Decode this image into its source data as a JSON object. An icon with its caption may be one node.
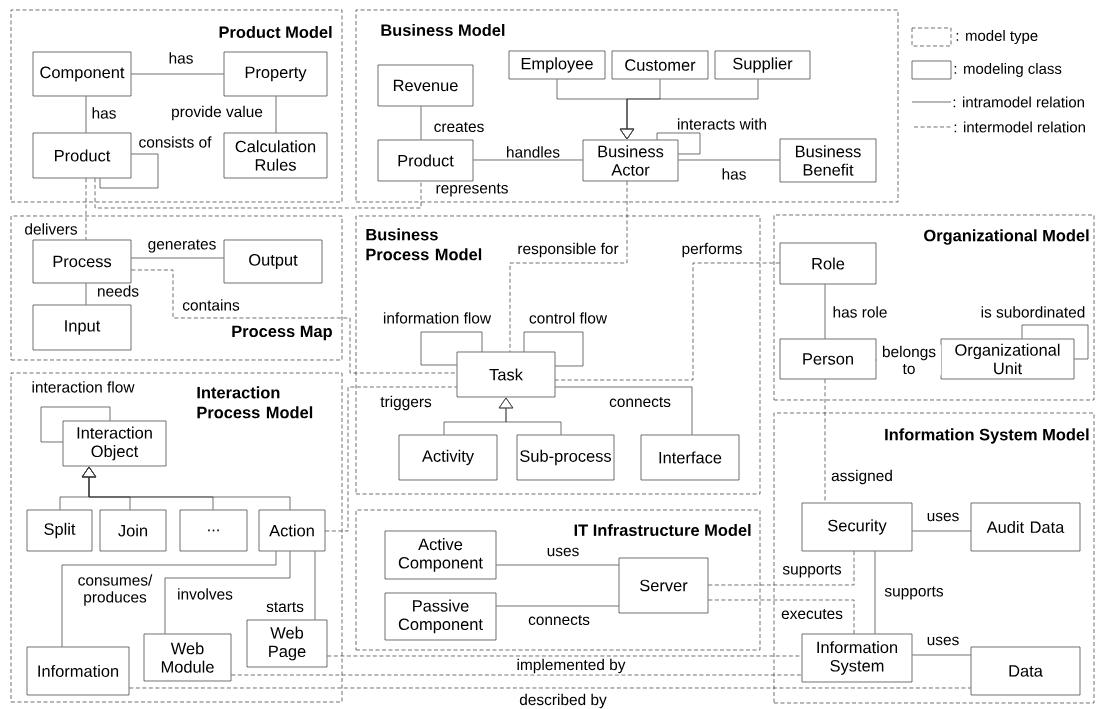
{
  "diagram": {
    "nodes": [
      {
        "text": [
          "Product Model"
        ]
      },
      {
        "text": [
          "Component"
        ],
        "in": 0
      },
      {
        "text": [
          "Property"
        ],
        "in": 0
      },
      {
        "text": [
          "Product"
        ],
        "in": 0
      },
      {
        "text": [
          "Calculation Rules"
        ],
        "in": 0
      },
      {
        "text": [
          "Business Model"
        ]
      },
      {
        "text": [
          "Revenue"
        ],
        "in": 5
      },
      {
        "text": [
          "Employee"
        ],
        "in": 5
      },
      {
        "text": [
          "Customer"
        ],
        "in": 5
      },
      {
        "text": [
          "Supplier"
        ],
        "in": 5
      },
      {
        "text": [
          "Product"
        ],
        "in": 5
      },
      {
        "text": [
          "Business Actor"
        ],
        "in": 5
      },
      {
        "text": [
          "Business Benefit"
        ],
        "in": 5
      },
      {
        "text": [
          "Process Map"
        ]
      },
      {
        "text": [
          "Process"
        ],
        "in": 13
      },
      {
        "text": [
          "Output"
        ],
        "in": 13
      },
      {
        "text": [
          "Input"
        ],
        "in": 13
      },
      {
        "text": [
          "Business Process Model"
        ]
      },
      {
        "text": [
          "Task"
        ],
        "in": 17
      },
      {
        "text": [
          "Activity"
        ],
        "in": 17
      },
      {
        "text": [
          "Sub-process"
        ],
        "in": 17
      },
      {
        "text": [
          "Interface"
        ],
        "in": 17
      },
      {
        "text": [
          "Organizational Model"
        ]
      },
      {
        "text": [
          "Role"
        ],
        "in": 22
      },
      {
        "text": [
          "Person"
        ],
        "in": 22
      },
      {
        "text": [
          "Organizational Unit"
        ],
        "in": 22
      },
      {
        "text": [
          "Interaction Process Model"
        ]
      },
      {
        "text": [
          "Interaction Object"
        ],
        "in": 26
      },
      {
        "text": [
          "Split"
        ],
        "in": 26
      },
      {
        "text": [
          "Join"
        ],
        "in": 26
      },
      {
        "text": [
          "..."
        ],
        "in": 26
      },
      {
        "text": [
          "Action"
        ],
        "in": 26
      },
      {
        "text": [
          "Information"
        ],
        "in": 26
      },
      {
        "text": [
          "Web Module"
        ],
        "in": 26
      },
      {
        "text": [
          "Web Page"
        ],
        "in": 26
      },
      {
        "text": [
          "IT Infrastructure Model"
        ]
      },
      {
        "text": [
          "Active Component"
        ],
        "in": 35
      },
      {
        "text": [
          "Passive Component"
        ],
        "in": 35
      },
      {
        "text": [
          "Server"
        ],
        "in": 35
      },
      {
        "text": [
          "Information System Model"
        ]
      },
      {
        "text": [
          "Security"
        ],
        "in": 39
      },
      {
        "text": [
          "Audit Data"
        ],
        "in": 39
      },
      {
        "text": [
          "Information System"
        ],
        "in": 39
      },
      {
        "text": [
          "Data"
        ],
        "in": 39
      }
    ],
    "edges": [
      {
        "from": 1,
        "to": 2,
        "arrow": "none",
        "label": "has"
      },
      {
        "from": 1,
        "to": 3,
        "arrow": "none",
        "label": "has"
      },
      {
        "from": 2,
        "to": 4,
        "arrow": "none",
        "label": "provide value"
      },
      {
        "from": 3,
        "to": 3,
        "arrow": "none",
        "label": "consists of"
      },
      {
        "from": 6,
        "to": 10,
        "arrow": "none",
        "label": "creates"
      },
      {
        "from": 10,
        "to": 11,
        "arrow": "none",
        "label": "handles"
      },
      {
        "from": 7,
        "to": 11,
        "arrow": "to"
      },
      {
        "from": 8,
        "to": 11,
        "arrow": "to"
      },
      {
        "from": 9,
        "to": 11,
        "arrow": "to"
      },
      {
        "from": 11,
        "to": 11,
        "arrow": "none",
        "label": "interacts with"
      },
      {
        "from": 11,
        "to": 12,
        "arrow": "none",
        "label": "has"
      },
      {
        "from": 14,
        "to": 15,
        "arrow": "none",
        "label": "generates"
      },
      {
        "from": 14,
        "to": 16,
        "arrow": "none",
        "label": "needs"
      },
      {
        "from": 18,
        "to": 18,
        "arrow": "none",
        "label": "information flow"
      },
      {
        "from": 18,
        "to": 18,
        "arrow": "none",
        "label": "control flow"
      },
      {
        "from": 19,
        "to": 18,
        "arrow": "to"
      },
      {
        "from": 20,
        "to": 18,
        "arrow": "to"
      },
      {
        "from": 18,
        "to": 21,
        "arrow": "none",
        "label": "connects"
      },
      {
        "from": 23,
        "to": 24,
        "arrow": "none",
        "label": "has role"
      },
      {
        "from": 24,
        "to": 25,
        "arrow": "none",
        "label": "belongs to"
      },
      {
        "from": 25,
        "to": 25,
        "arrow": "none",
        "label": "is subordinated"
      },
      {
        "from": 27,
        "to": 27,
        "arrow": "none",
        "label": "interaction flow"
      },
      {
        "from": 28,
        "to": 27,
        "arrow": "to"
      },
      {
        "from": 29,
        "to": 27,
        "arrow": "to"
      },
      {
        "from": 30,
        "to": 27,
        "arrow": "to"
      },
      {
        "from": 31,
        "to": 27,
        "arrow": "to"
      },
      {
        "from": 31,
        "to": 32,
        "arrow": "none",
        "label": "consumes/ produces"
      },
      {
        "from": 31,
        "to": 33,
        "arrow": "none",
        "label": "involves"
      },
      {
        "from": 31,
        "to": 34,
        "arrow": "none",
        "label": "starts"
      },
      {
        "from": 36,
        "to": 38,
        "arrow": "none",
        "label": "uses"
      },
      {
        "from": 37,
        "to": 38,
        "arrow": "none",
        "label": "connects"
      },
      {
        "from": 40,
        "to": 41,
        "arrow": "none",
        "label": "uses"
      },
      {
        "from": 40,
        "to": 42,
        "arrow": "none",
        "label": "supports"
      },
      {
        "from": 42,
        "to": 43,
        "arrow": "none",
        "label": "uses"
      },
      {
        "from": 3,
        "to": 14,
        "arrow": "none",
        "label": "delivers",
        "style": "dashed"
      },
      {
        "from": 3,
        "to": 10,
        "arrow": "none",
        "label": "represents",
        "style": "dashed"
      },
      {
        "from": 11,
        "to": 18,
        "arrow": "none",
        "label": "responsible for",
        "style": "dashed"
      },
      {
        "from": 23,
        "to": 18,
        "arrow": "none",
        "label": "performs",
        "style": "dashed"
      },
      {
        "from": 14,
        "to": 18,
        "arrow": "none",
        "label": "contains",
        "style": "dashed"
      },
      {
        "from": 31,
        "to": 18,
        "arrow": "none",
        "label": "triggers",
        "style": "dashed"
      },
      {
        "from": 24,
        "to": 40,
        "arrow": "none",
        "label": "assigned",
        "style": "dashed"
      },
      {
        "from": 38,
        "to": 40,
        "arrow": "none",
        "label": "supports",
        "style": "dashed"
      },
      {
        "from": 38,
        "to": 42,
        "arrow": "none",
        "label": "executes",
        "style": "dashed"
      },
      {
        "from": 34,
        "to": 42,
        "arrow": "none",
        "label": "implemented by",
        "style": "dashed"
      },
      {
        "from": 33,
        "to": 42,
        "arrow": "none",
        "style": "dashed"
      },
      {
        "from": 32,
        "to": 43,
        "arrow": "none",
        "label": "described by",
        "style": "dashed"
      }
    ],
    "legend": [
      {
        "text": ": model type"
      },
      {
        "text": ": modeling class"
      },
      {
        "text": ": intramodel relation"
      },
      {
        "text": ": intermodel relation"
      }
    ]
  }
}
